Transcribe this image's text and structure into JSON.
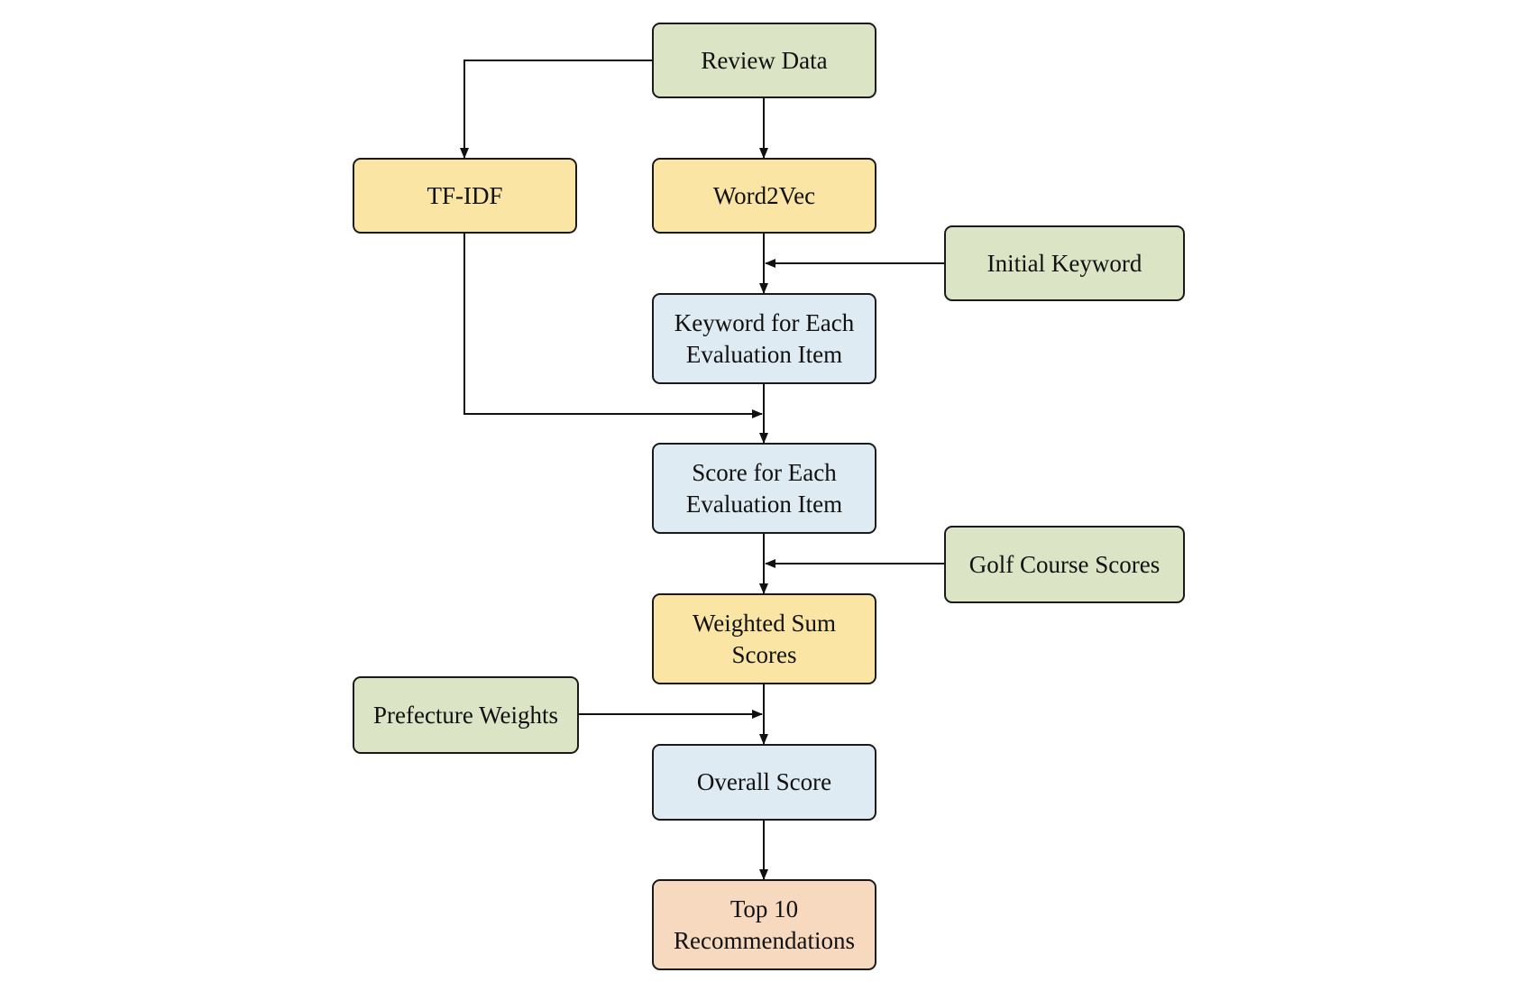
{
  "nodes": {
    "review_data": {
      "label": "Review Data",
      "color": "#dbe4c4"
    },
    "tfidf": {
      "label": "TF-IDF",
      "color": "#fbe5a5"
    },
    "word2vec": {
      "label": "Word2Vec",
      "color": "#fbe5a5"
    },
    "initial_keyword": {
      "label": "Initial Keyword",
      "color": "#dbe4c4"
    },
    "keyword_each": {
      "label": "Keyword for Each\nEvaluation Item",
      "color": "#deebf2"
    },
    "score_each": {
      "label": "Score for Each\nEvaluation Item",
      "color": "#deebf2"
    },
    "golf_scores": {
      "label": "Golf Course Scores",
      "color": "#dbe4c4"
    },
    "weighted_sum": {
      "label": "Weighted Sum\nScores",
      "color": "#fbe5a5"
    },
    "prefecture_weights": {
      "label": "Prefecture Weights",
      "color": "#dbe4c4"
    },
    "overall_score": {
      "label": "Overall Score",
      "color": "#deebf2"
    },
    "top10": {
      "label": "Top 10\nRecommendations",
      "color": "#f7d9c0"
    }
  },
  "edges": [
    {
      "from": "review_data",
      "to": "word2vec"
    },
    {
      "from": "review_data",
      "to": "tfidf"
    },
    {
      "from": "word2vec",
      "to": "keyword_each"
    },
    {
      "from": "initial_keyword",
      "to": "word2vec-keyword_each"
    },
    {
      "from": "keyword_each",
      "to": "score_each"
    },
    {
      "from": "tfidf",
      "to": "keyword_each-score_each"
    },
    {
      "from": "score_each",
      "to": "weighted_sum"
    },
    {
      "from": "golf_scores",
      "to": "score_each-weighted_sum"
    },
    {
      "from": "weighted_sum",
      "to": "overall_score"
    },
    {
      "from": "prefecture_weights",
      "to": "weighted_sum-overall_score"
    },
    {
      "from": "overall_score",
      "to": "top10"
    }
  ],
  "colors": {
    "line": "#111111",
    "border": "#1a1a1a"
  }
}
